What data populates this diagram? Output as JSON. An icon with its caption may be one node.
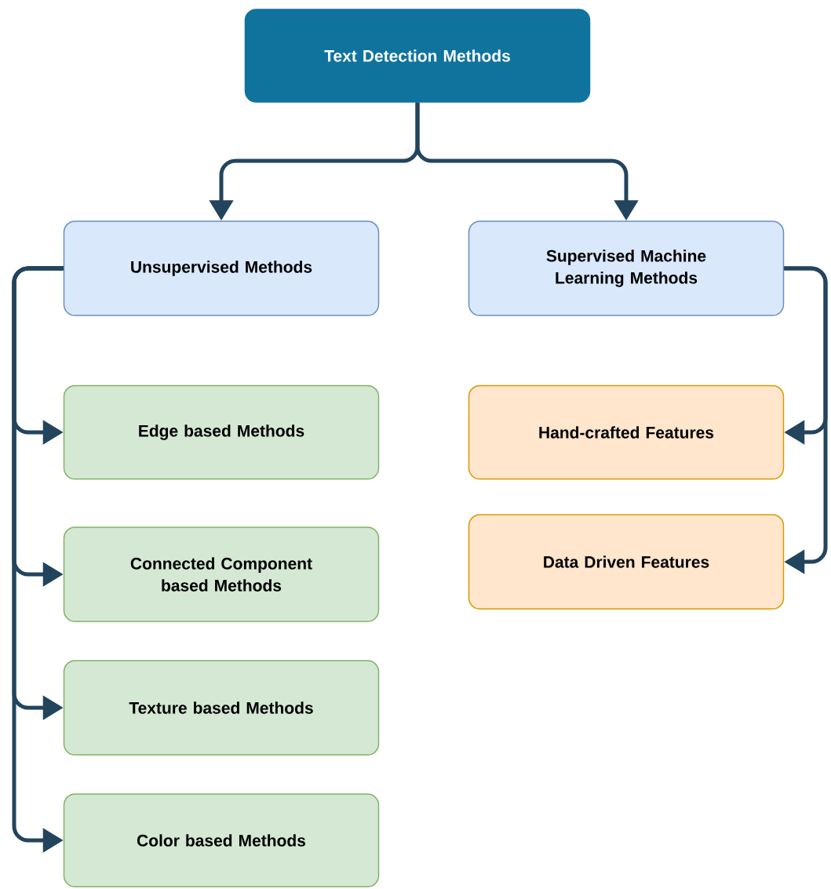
{
  "diagram": {
    "nodes": [
      {
        "text": [
          "Text Detection Methods"
        ]
      },
      {
        "text": [
          "Unsupervised Methods"
        ]
      },
      {
        "text": [
          "Supervised Machine Learning Methods"
        ]
      },
      {
        "text": [
          "Edge based Methods"
        ]
      },
      {
        "text": [
          "Connected Component based Methods"
        ]
      },
      {
        "text": [
          "Texture based Methods"
        ]
      },
      {
        "text": [
          "Color based Methods"
        ]
      },
      {
        "text": [
          "Hand-crafted Features"
        ]
      },
      {
        "text": [
          "Data Driven Features"
        ]
      }
    ],
    "edges": [
      {
        "from": 0,
        "to": 1,
        "arrow": "to"
      },
      {
        "from": 0,
        "to": 2,
        "arrow": "to"
      },
      {
        "from": 1,
        "to": 3,
        "arrow": "to"
      },
      {
        "from": 1,
        "to": 4,
        "arrow": "to"
      },
      {
        "from": 1,
        "to": 5,
        "arrow": "to"
      },
      {
        "from": 1,
        "to": 6,
        "arrow": "to"
      },
      {
        "from": 2,
        "to": 7,
        "arrow": "to"
      },
      {
        "from": 2,
        "to": 8,
        "arrow": "to"
      }
    ]
  }
}
